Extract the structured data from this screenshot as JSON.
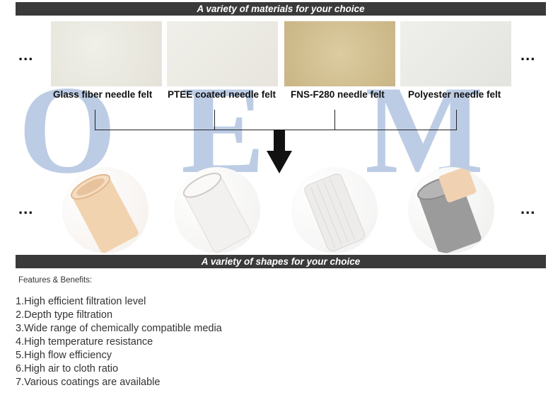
{
  "watermark": "OEM",
  "materials_banner": "A variety of materials for your choice",
  "shapes_banner": "A variety of shapes for your choice",
  "ellipsis": "...",
  "materials": [
    {
      "label": "Glass fiber needle felt"
    },
    {
      "label": "PTEE coated needle felt"
    },
    {
      "label": "FNS-F280 needle felt"
    },
    {
      "label": "Polyester needle felt"
    }
  ],
  "features_title": "Features & Benefits:",
  "features": [
    "1.High efficient filtration level",
    "2.Depth type filtration",
    "3.Wide range of chemically compatible media",
    "4.High temperature resistance",
    "5.High flow efficiency",
    "6.High air to cloth ratio",
    "7.Various coatings are available"
  ],
  "colors": {
    "banner_bg": "#3a3a3a",
    "watermark": "#bccce5",
    "glass_fiber_swatch": "#e9e7de",
    "ptfe_swatch": "#ecebe4",
    "fns_swatch": "#d3c293",
    "polyester_swatch": "#eaeae6",
    "bag_tan": "#f2d3b0",
    "bag_white": "#ece9e6",
    "bag_grey": "#9b9b9b"
  },
  "icons": [
    "down-arrow-icon"
  ]
}
